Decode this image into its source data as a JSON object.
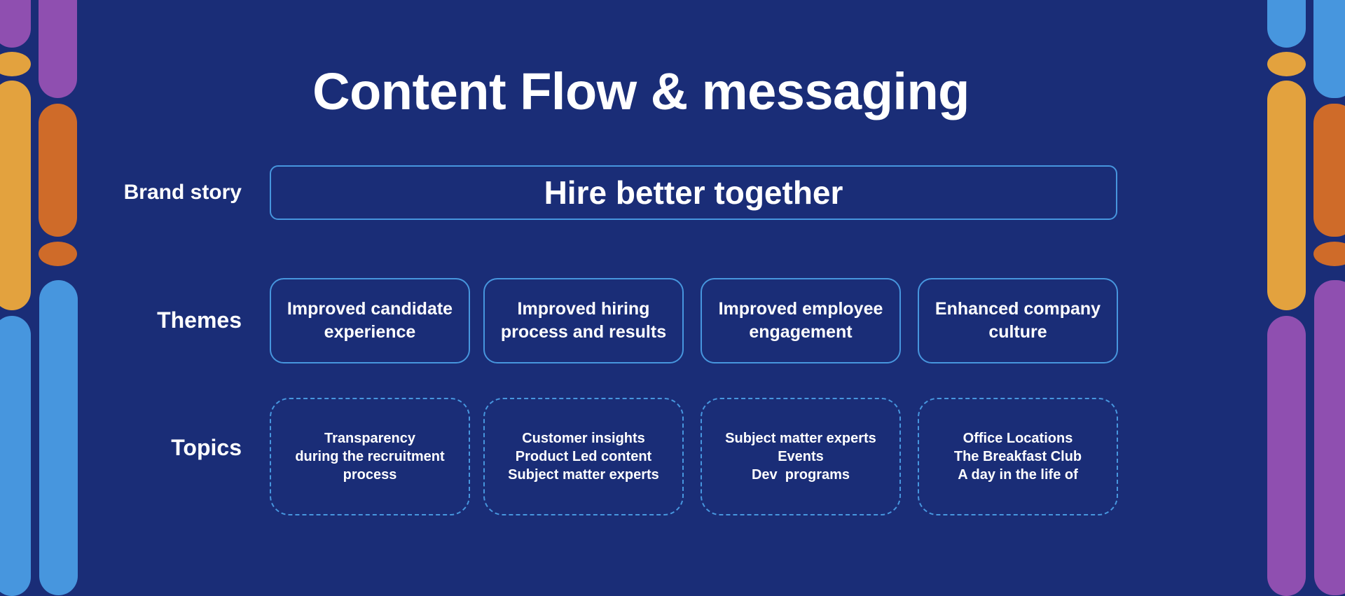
{
  "slide": {
    "title": "Content Flow & messaging",
    "colors": {
      "background": "#1a2d77",
      "border": "#4796de",
      "purple": "#8f4fb0",
      "amber": "#e3a23e",
      "rust": "#cf6b29",
      "sky": "#4796de",
      "text": "#ffffff"
    }
  },
  "rows": {
    "brand_story": {
      "label": "Brand story",
      "value": "Hire better together"
    },
    "themes": {
      "label": "Themes",
      "items": [
        {
          "text": "Improved candidate experience"
        },
        {
          "text": "Improved hiring process and results"
        },
        {
          "text": "Improved employee engagement"
        },
        {
          "text": "Enhanced company culture"
        }
      ]
    },
    "topics": {
      "label": "Topics",
      "items": [
        {
          "lines": [
            "Transparency",
            "during the recruitment",
            "process"
          ]
        },
        {
          "lines": [
            "Customer insights",
            "Product Led content",
            "Subject matter experts"
          ]
        },
        {
          "lines": [
            "Subject matter experts",
            "Events",
            "Dev  programs"
          ]
        },
        {
          "lines": [
            "Office Locations",
            "The Breakfast Club",
            "A day in the life of"
          ]
        }
      ]
    }
  }
}
